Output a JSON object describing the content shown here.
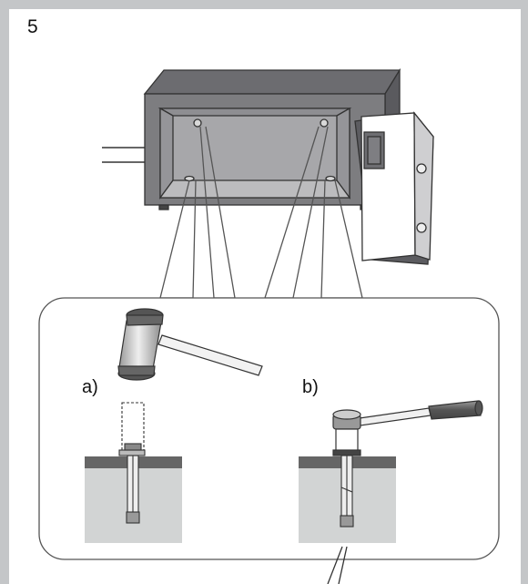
{
  "step_number": "5",
  "callouts": {
    "a": "a)",
    "b": "b)"
  },
  "colors": {
    "frame": "#c4c6c8",
    "safe_body": "#7d7d80",
    "safe_top": "#6c6c70",
    "safe_interior": "#a7a7aa",
    "ground": "#d2d4d4",
    "ground_surface": "#666666",
    "line": "#333333"
  }
}
